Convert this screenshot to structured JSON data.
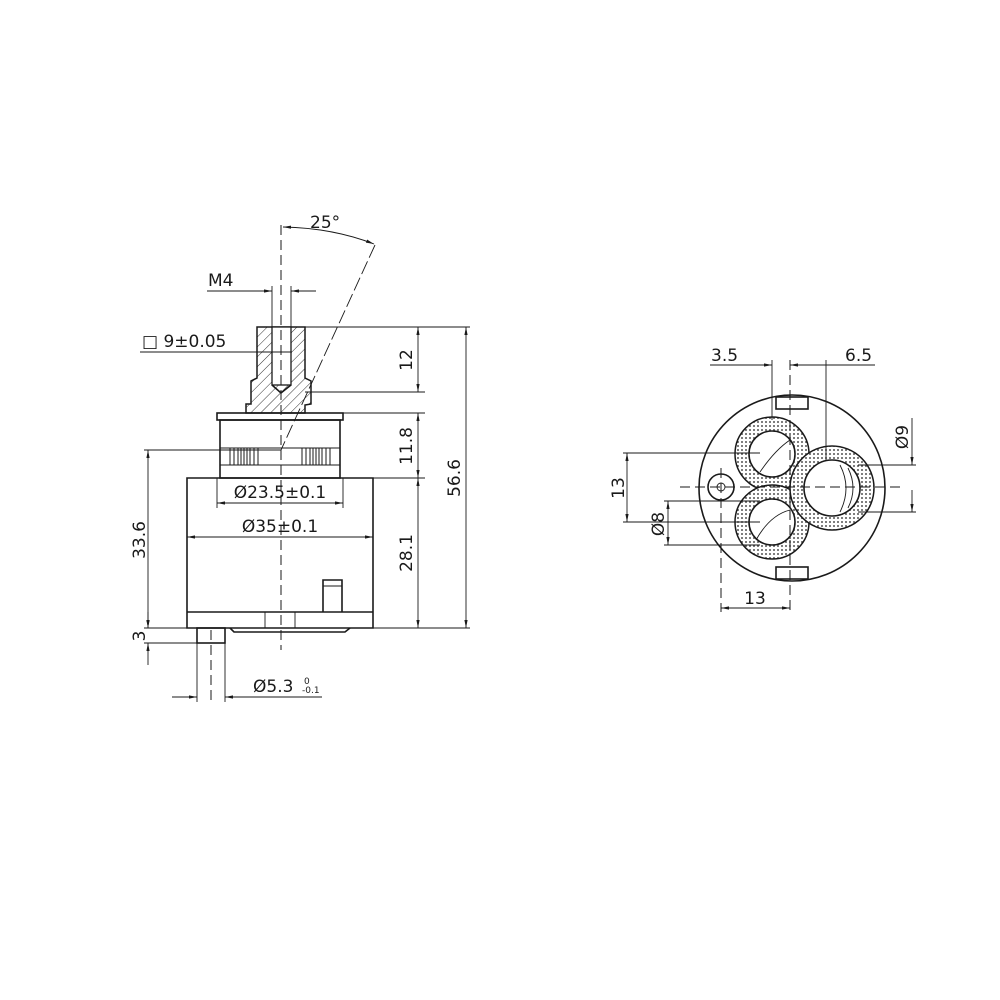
{
  "side_view": {
    "angle": "25°",
    "thread": "M4",
    "square": "□ 9±0.05",
    "stem_height": "12",
    "collar_height": "11.8",
    "total_height": "56.6",
    "body_height": "28.1",
    "body_height_2": "33.6",
    "pin_height": "3",
    "upper_diameter": "Ø23.5±0.1",
    "body_diameter": "Ø35±0.1",
    "pin_diameter": "Ø5.3",
    "pin_tol_upper": "0",
    "pin_tol_lower": "-0.1"
  },
  "bottom_view": {
    "offset_left": "3.5",
    "offset_right": "6.5",
    "hole_large": "Ø9",
    "vertical_spacing": "13",
    "hole_small": "Ø8",
    "horizontal_spacing": "13"
  }
}
